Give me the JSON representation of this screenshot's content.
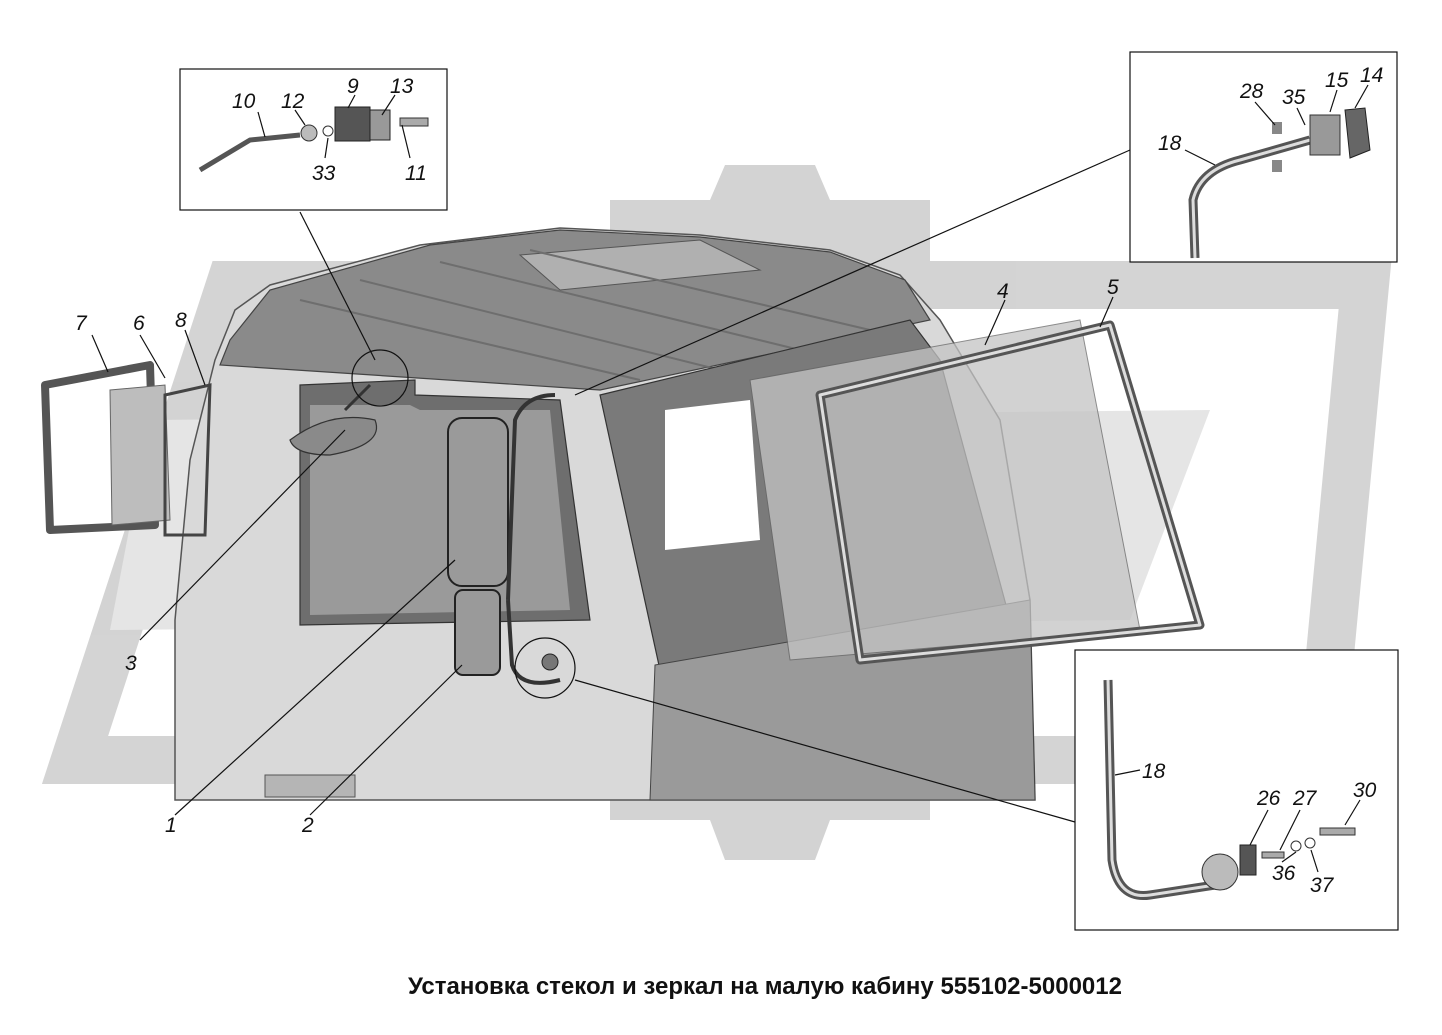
{
  "caption": "Установка стекол  и зеркал на малую кабину 555102-5000012",
  "callouts": {
    "c1": "1",
    "c2": "2",
    "c3": "3",
    "c4": "4",
    "c5": "5",
    "c6": "6",
    "c7": "7",
    "c8": "8",
    "c9": "9",
    "c10": "10",
    "c11": "11",
    "c12": "12",
    "c13": "13",
    "c14": "14",
    "c15": "15",
    "c18a": "18",
    "c18b": "18",
    "c26": "26",
    "c27": "27",
    "c28": "28",
    "c30": "30",
    "c33": "33",
    "c35": "35",
    "c36": "36",
    "c37": "37"
  },
  "colors": {
    "watermark": "#c8c8c8",
    "cab_body": "#d9d9d9",
    "cab_dark": "#8a8a8a",
    "glass": "#bdbdbd",
    "seal": "#555555"
  }
}
